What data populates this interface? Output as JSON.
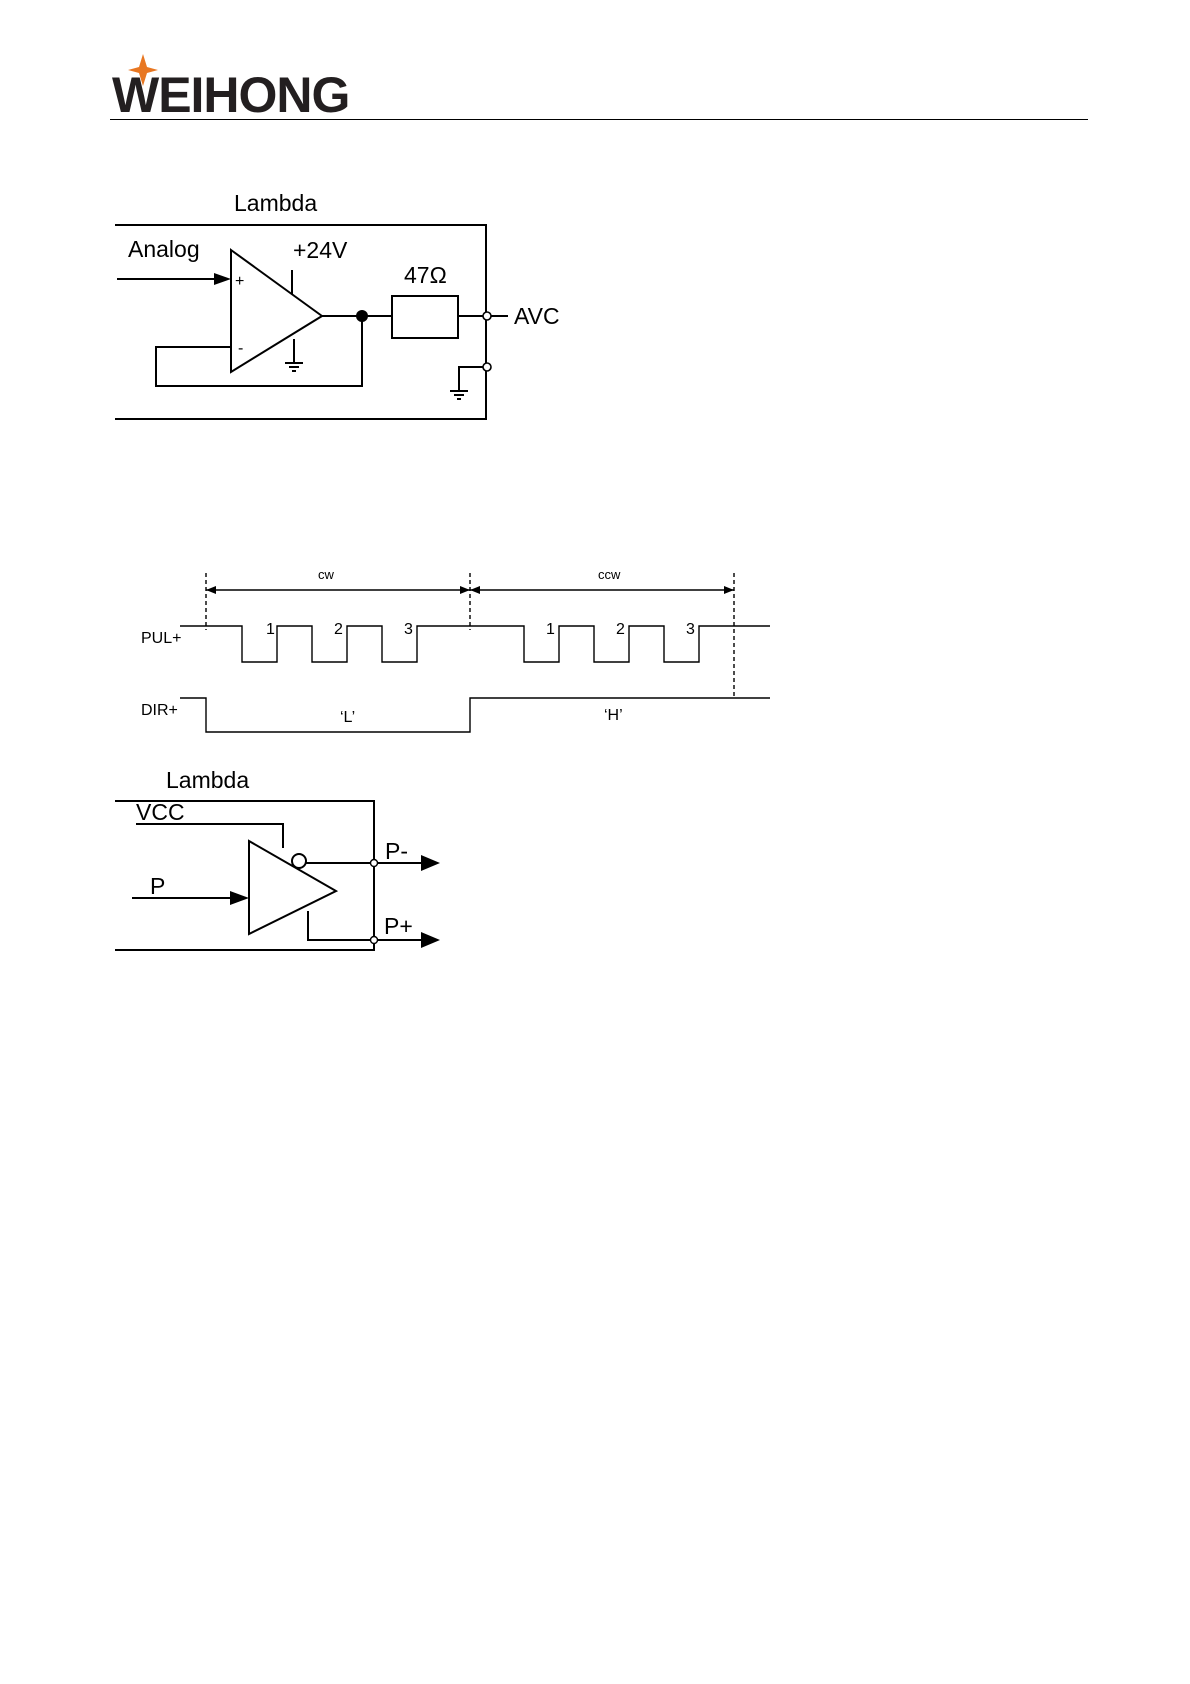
{
  "header": {
    "logo_text": "WEIHONG",
    "logo_star_color": "#e87722",
    "logo_text_color": "#231f20"
  },
  "analog_circuit": {
    "block_label": "Lambda",
    "input_label": "Analog",
    "supply_label": "+24V",
    "noninverting_sign": "+",
    "inverting_sign": "-",
    "resistor_label": "47Ω",
    "output_label": "AVC"
  },
  "timing_diagram": {
    "cw_label": "cw",
    "ccw_label": "ccw",
    "pul_label": "PUL+",
    "dir_label": "DIR+",
    "cw_pulse_labels": [
      "1",
      "2",
      "3"
    ],
    "ccw_pulse_labels": [
      "1",
      "2",
      "3"
    ],
    "dir_low_label": "‘L’",
    "dir_high_label": "‘H’"
  },
  "pulse_circuit": {
    "block_label": "Lambda",
    "vcc_label": "VCC",
    "input_label": "P",
    "out_minus_label": "P-",
    "out_plus_label": "P+"
  }
}
